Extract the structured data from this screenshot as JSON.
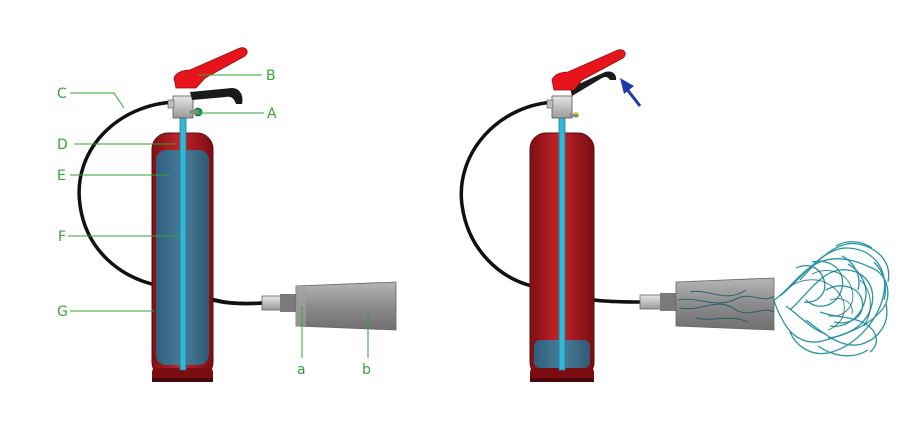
{
  "labels": {
    "A": "A",
    "B": "B",
    "C": "C",
    "D": "D",
    "E": "E",
    "F": "F",
    "G": "G",
    "a": "a",
    "b": "b"
  },
  "colors": {
    "label_green": "#33a533",
    "cylinder_red": "#b01a1f",
    "agent_blue": "#3d6f8c",
    "tube_cyan": "#33b7d6",
    "handle_red": "#e8141b",
    "hose_black": "#111111",
    "nozzle_gray": "#8f8f8f",
    "arrow_blue": "#1f3aa6",
    "spray_teal": "#1d8fa0"
  },
  "icons": {
    "pressure_arrow": "arrow-up-left-icon"
  }
}
